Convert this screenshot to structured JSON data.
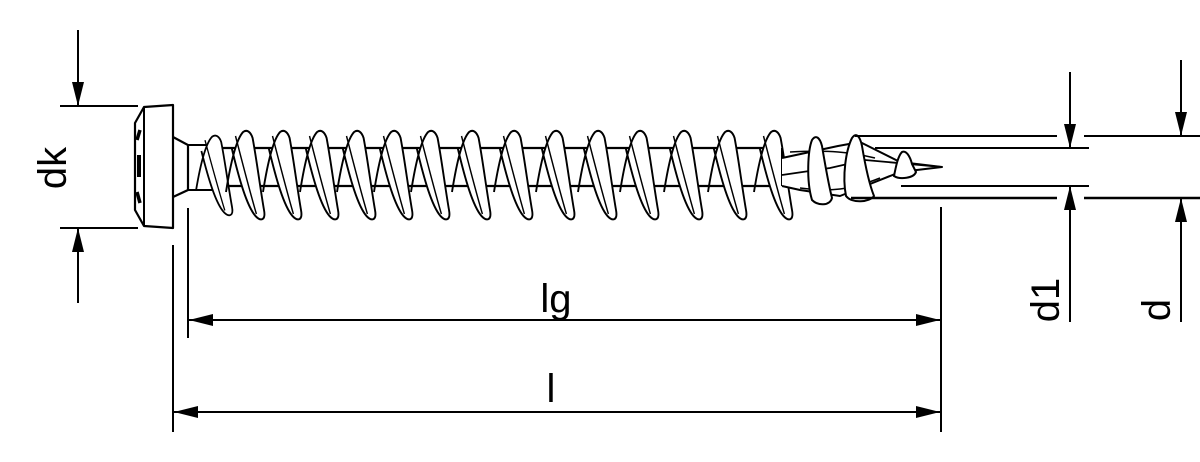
{
  "diagram": {
    "title": "Screw technical dimension drawing",
    "subject": "Pan head wood screw with partial thread and drill tip",
    "line_color": "#000000",
    "background": "#ffffff",
    "dimensions": {
      "head_diameter": {
        "label": "dk",
        "orientation": "vertical"
      },
      "thread_length": {
        "label": "lg",
        "orientation": "horizontal"
      },
      "total_length": {
        "label": "l",
        "orientation": "horizontal"
      },
      "core_diameter": {
        "label": "d1",
        "orientation": "vertical"
      },
      "thread_diameter": {
        "label": "d",
        "orientation": "vertical"
      }
    },
    "parts": [
      "head",
      "neck",
      "threaded-shank",
      "drill-tip"
    ]
  }
}
